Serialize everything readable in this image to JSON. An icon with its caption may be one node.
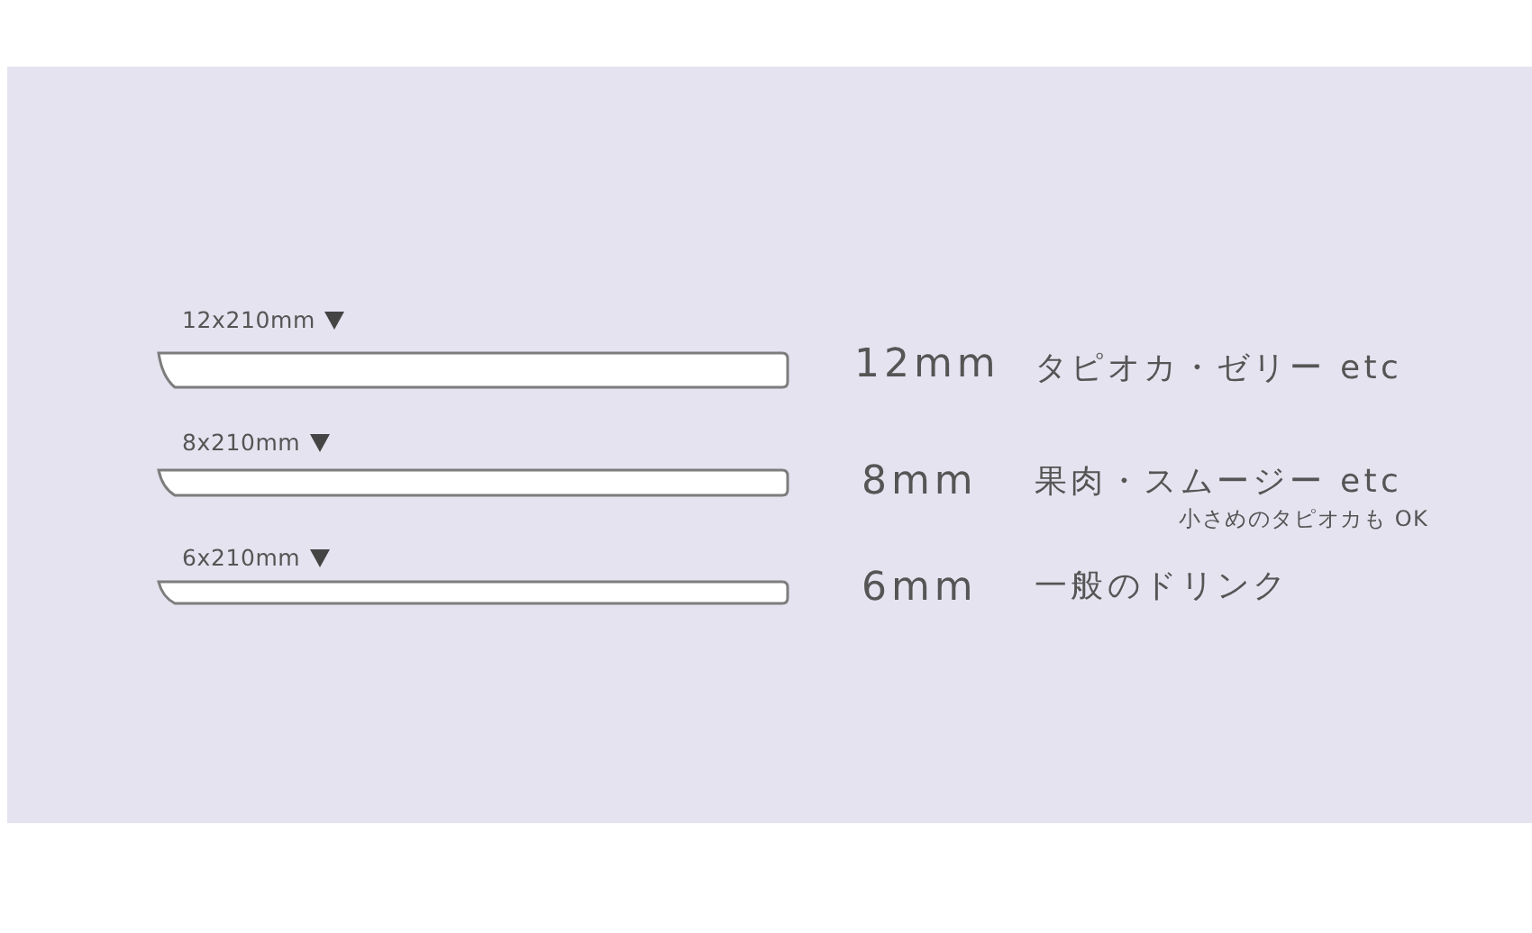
{
  "diagram": {
    "nodes": [
      {
        "text": [],
        "shape": "bar",
        "beside": [
          "12x210mm"
        ]
      },
      {
        "text": [],
        "shape": "bar",
        "beside": [
          "8x210mm"
        ]
      },
      {
        "text": [],
        "shape": "bar",
        "beside": [
          "6x210mm"
        ]
      }
    ],
    "labels": [
      "12mm",
      "タピオカ・ゼリー etc",
      "8mm",
      "果肉・スムージー etc",
      "小さめのタピオカも OK",
      "6mm",
      "一般のドリンク"
    ]
  }
}
